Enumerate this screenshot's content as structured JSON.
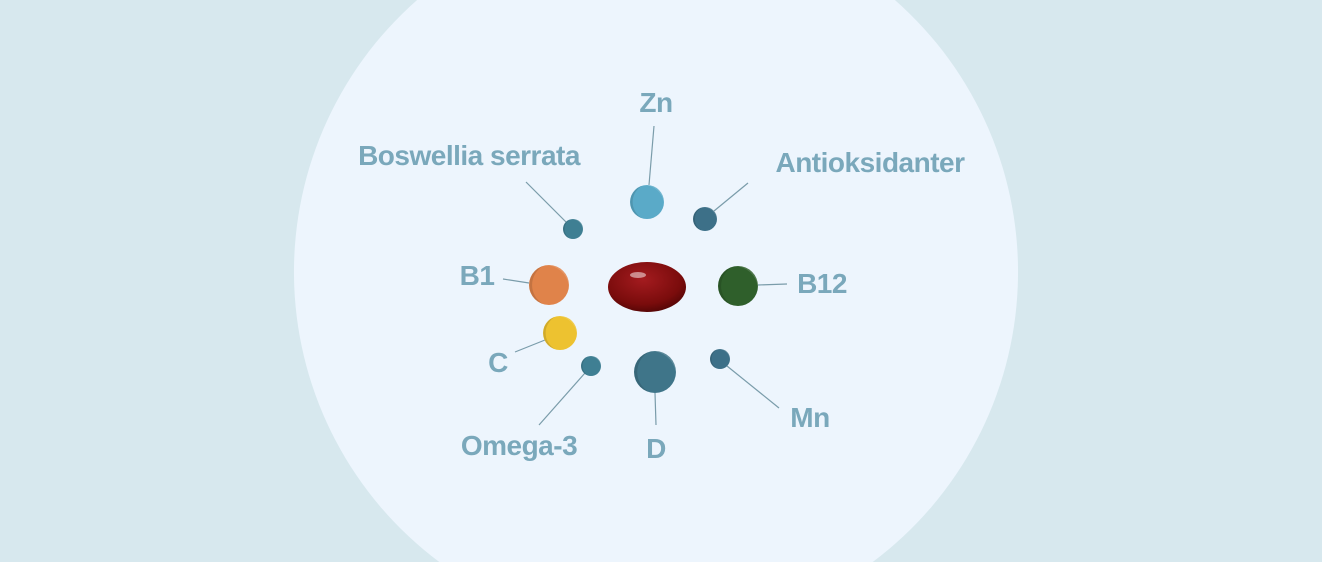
{
  "center": {
    "name": "capsule"
  },
  "nutrients": [
    {
      "label": "Zn",
      "color": "#5aaac8"
    },
    {
      "label": "Antioksidanter",
      "color": "#3d7088"
    },
    {
      "label": "Boswellia serrata",
      "color": "#3f7f93"
    },
    {
      "label": "B1",
      "color": "#e0834a"
    },
    {
      "label": "B12",
      "color": "#2f5f2b"
    },
    {
      "label": "C",
      "color": "#edc230"
    },
    {
      "label": "Omega-3",
      "color": "#3f7f93"
    },
    {
      "label": "D",
      "color": "#3f7589"
    },
    {
      "label": "Mn",
      "color": "#3d7088"
    }
  ],
  "colors": {
    "background": "#d7e8ee",
    "disc": "#edf5fd",
    "label": "#7aa8bb",
    "capsule": "#7a0c0c"
  }
}
